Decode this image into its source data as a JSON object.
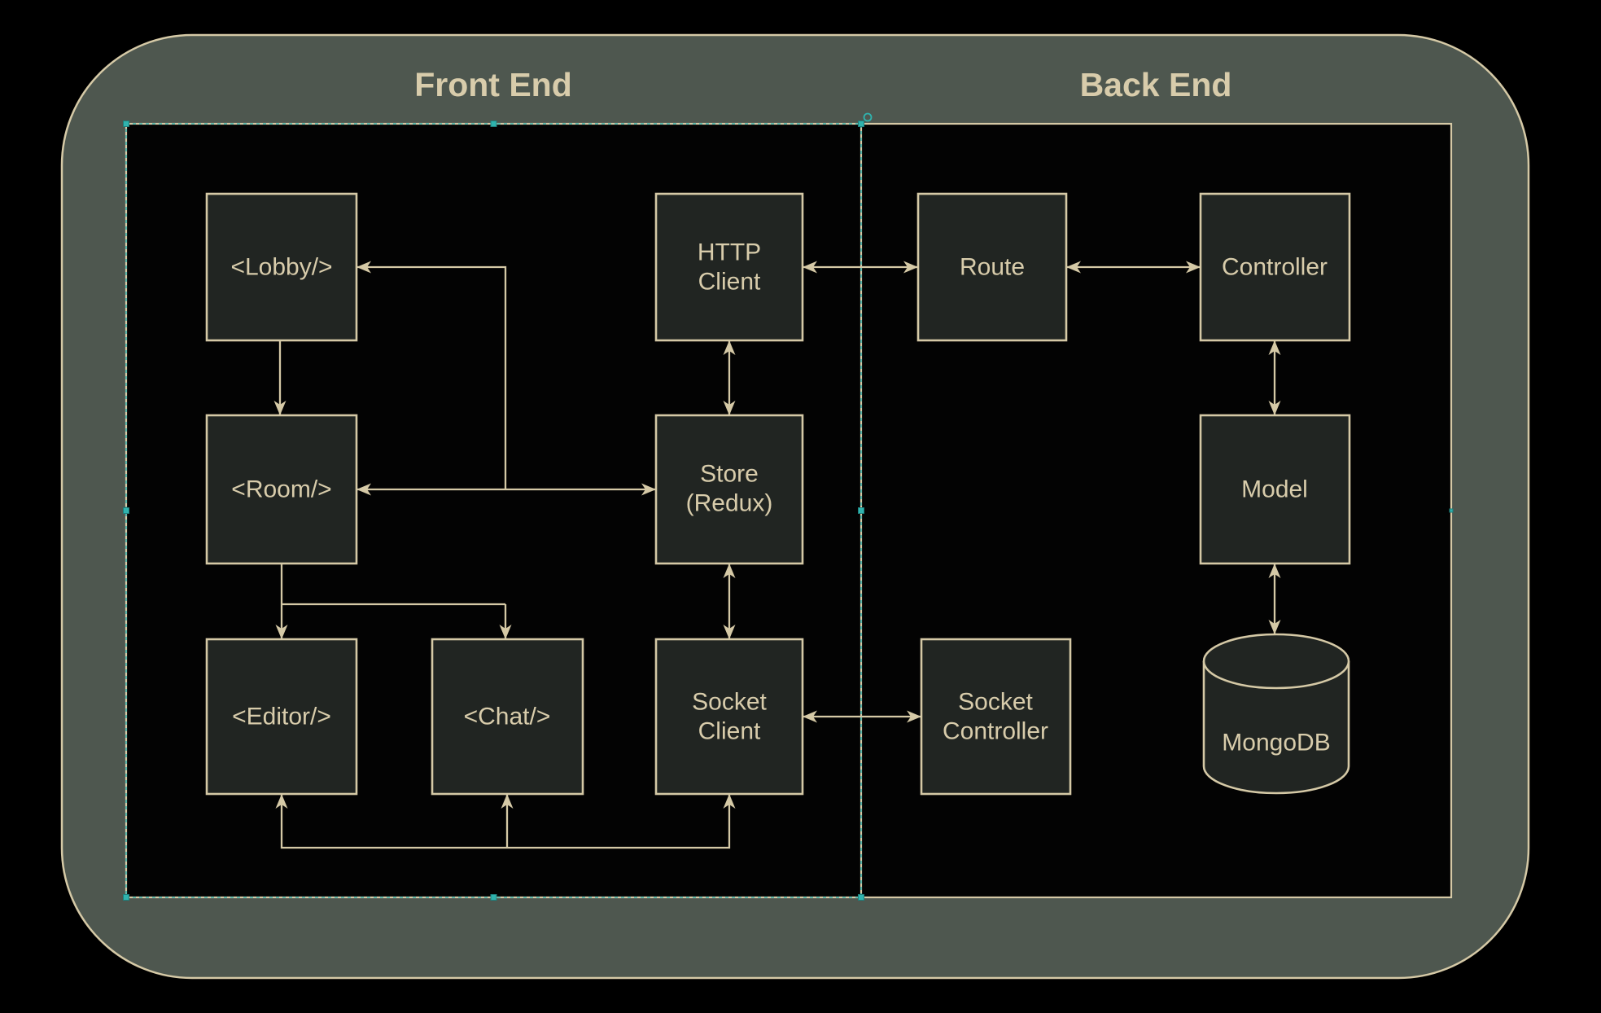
{
  "titles": {
    "front_end": "Front End",
    "back_end": "Back End"
  },
  "nodes": {
    "lobby": {
      "label": "<Lobby/>"
    },
    "room": {
      "label": "<Room/>"
    },
    "editor": {
      "label": "<Editor/>"
    },
    "chat": {
      "label": "<Chat/>"
    },
    "http_client": {
      "line1": "HTTP",
      "line2": "Client"
    },
    "store": {
      "line1": "Store",
      "line2": "(Redux)"
    },
    "socket_client": {
      "line1": "Socket",
      "line2": "Client"
    },
    "route": {
      "label": "Route"
    },
    "controller": {
      "label": "Controller"
    },
    "model": {
      "label": "Model"
    },
    "socket_controller": {
      "line1": "Socket",
      "line2": "Controller"
    },
    "mongodb": {
      "label": "MongoDB"
    }
  },
  "colors": {
    "background": "#000000",
    "band": "#4e574f",
    "canvas": "#030303",
    "stroke_beige": "#d5c9a6",
    "text_beige": "#d8ccab",
    "node_fill": "#212522",
    "selection_teal": "#2fb3ae"
  }
}
